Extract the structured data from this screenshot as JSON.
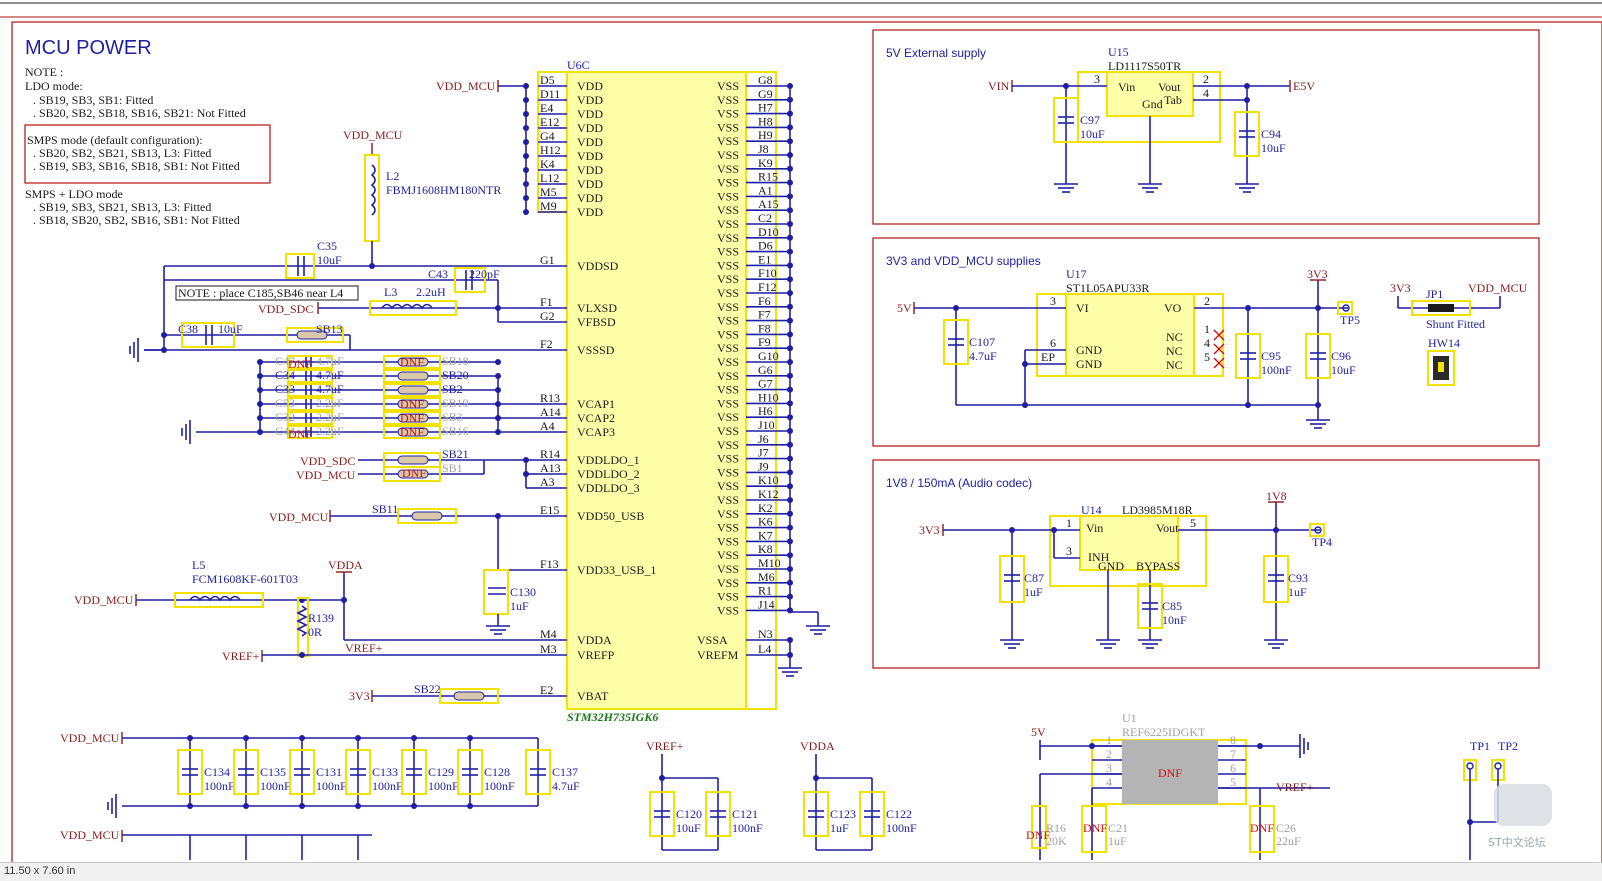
{
  "sheet": {
    "title": "MCU POWER",
    "notes": [
      "NOTE :",
      "LDO mode:",
      ". SB19, SB3, SB1: Fitted",
      ". SB20, SB2, SB18, SB16, SB21: Not Fitted"
    ],
    "smps_notes": [
      "SMPS mode (default configuration):",
      ". SB20, SB2, SB21, SB13, L3: Fitted",
      ". SB19, SB3, SB16, SB18, SB1: Not Fitted"
    ],
    "smps_ldo_notes": [
      "SMPS + LDO mode",
      ". SB19, SB3, SB21, SB13, L3: Fitted",
      ". SB18, SB20, SB2, SB16, SB1: Not Fitted"
    ],
    "place_note": "NOTE : place C185,SB46 near L4"
  },
  "mcu": {
    "ref": "U6C",
    "part": "STM32H735IGK6",
    "left_pins": [
      {
        "num": "D5",
        "name": "VDD"
      },
      {
        "num": "D11",
        "name": "VDD"
      },
      {
        "num": "E4",
        "name": "VDD"
      },
      {
        "num": "E12",
        "name": "VDD"
      },
      {
        "num": "G4",
        "name": "VDD"
      },
      {
        "num": "H12",
        "name": "VDD"
      },
      {
        "num": "K4",
        "name": "VDD"
      },
      {
        "num": "L12",
        "name": "VDD"
      },
      {
        "num": "M5",
        "name": "VDD"
      },
      {
        "num": "M9",
        "name": "VDD"
      },
      {
        "num": "G1",
        "name": "VDDSD"
      },
      {
        "num": "F1",
        "name": "VLXSD"
      },
      {
        "num": "G2",
        "name": "VFBSD"
      },
      {
        "num": "F2",
        "name": "VSSSD"
      },
      {
        "num": "R13",
        "name": "VCAP1"
      },
      {
        "num": "A14",
        "name": "VCAP2"
      },
      {
        "num": "A4",
        "name": "VCAP3"
      },
      {
        "num": "R14",
        "name": "VDDLDO_1"
      },
      {
        "num": "A13",
        "name": "VDDLDO_2"
      },
      {
        "num": "A3",
        "name": "VDDLDO_3"
      },
      {
        "num": "E15",
        "name": "VDD50_USB"
      },
      {
        "num": "F13",
        "name": "VDD33_USB_1"
      },
      {
        "num": "M4",
        "name": "VDDA"
      },
      {
        "num": "M3",
        "name": "VREFP"
      },
      {
        "num": "E2",
        "name": "VBAT"
      }
    ],
    "right_pins": [
      {
        "num": "G8",
        "name": "VSS"
      },
      {
        "num": "G9",
        "name": "VSS"
      },
      {
        "num": "H7",
        "name": "VSS"
      },
      {
        "num": "H8",
        "name": "VSS"
      },
      {
        "num": "H9",
        "name": "VSS"
      },
      {
        "num": "J8",
        "name": "VSS"
      },
      {
        "num": "K9",
        "name": "VSS"
      },
      {
        "num": "R15",
        "name": "VSS"
      },
      {
        "num": "A1",
        "name": "VSS"
      },
      {
        "num": "A15",
        "name": "VSS"
      },
      {
        "num": "C2",
        "name": "VSS"
      },
      {
        "num": "D10",
        "name": "VSS"
      },
      {
        "num": "D6",
        "name": "VSS"
      },
      {
        "num": "E1",
        "name": "VSS"
      },
      {
        "num": "F10",
        "name": "VSS"
      },
      {
        "num": "F12",
        "name": "VSS"
      },
      {
        "num": "F6",
        "name": "VSS"
      },
      {
        "num": "F7",
        "name": "VSS"
      },
      {
        "num": "F8",
        "name": "VSS"
      },
      {
        "num": "F9",
        "name": "VSS"
      },
      {
        "num": "G10",
        "name": "VSS"
      },
      {
        "num": "G6",
        "name": "VSS"
      },
      {
        "num": "G7",
        "name": "VSS"
      },
      {
        "num": "H10",
        "name": "VSS"
      },
      {
        "num": "H6",
        "name": "VSS"
      },
      {
        "num": "J10",
        "name": "VSS"
      },
      {
        "num": "J6",
        "name": "VSS"
      },
      {
        "num": "J7",
        "name": "VSS"
      },
      {
        "num": "J9",
        "name": "VSS"
      },
      {
        "num": "K10",
        "name": "VSS"
      },
      {
        "num": "K12",
        "name": "VSS"
      },
      {
        "num": "K2",
        "name": "VSS"
      },
      {
        "num": "K6",
        "name": "VSS"
      },
      {
        "num": "K7",
        "name": "VSS"
      },
      {
        "num": "K8",
        "name": "VSS"
      },
      {
        "num": "M10",
        "name": "VSS"
      },
      {
        "num": "M6",
        "name": "VSS"
      },
      {
        "num": "R1",
        "name": "VSS"
      },
      {
        "num": "J14",
        "name": "VSS"
      },
      {
        "num": "N3",
        "name": "VSSA"
      },
      {
        "num": "L4",
        "name": "VREFM"
      }
    ]
  },
  "nets": {
    "vdd_mcu": "VDD_MCU",
    "vdd_sdc": "VDD_SDC",
    "vdda": "VDDA",
    "vref": "VREF+",
    "v3v3": "3V3",
    "v5v": "5V",
    "vin": "VIN",
    "e5v": "E5V",
    "v1v8": "1V8"
  },
  "left_parts": {
    "l2": {
      "ref": "L2",
      "part": "FBMJ1608HM180NTR"
    },
    "c35": {
      "ref": "C35",
      "value": "10uF"
    },
    "c43": {
      "ref": "C43",
      "value": "220pF"
    },
    "l3": {
      "ref": "L3",
      "value": "2.2uH"
    },
    "c38": {
      "ref": "C38",
      "value": "10uF"
    },
    "sb13": "SB13",
    "dnf": "DNF",
    "cap_rows": [
      {
        "ref": "C47",
        "value": "4.7uF",
        "sb": "SB18"
      },
      {
        "ref": "C34",
        "value": "4.7uF",
        "sb": "SB20"
      },
      {
        "ref": "C33",
        "value": "4.7uF",
        "sb": "SB2"
      },
      {
        "ref": "C53",
        "value": "2.2uF",
        "sb": "SB19"
      },
      {
        "ref": "C32",
        "value": "2.2uF",
        "sb": "SB3"
      },
      {
        "ref": "C44",
        "value": "2.2uF",
        "sb": "SB16"
      }
    ],
    "sb21": "SB21",
    "sb1": "SB1",
    "sb11": "SB11",
    "sb22": "SB22",
    "c130": {
      "ref": "C130",
      "value": "1uF"
    },
    "l5": {
      "ref": "L5",
      "part": "FCM1608KF-601T03"
    },
    "r139": {
      "ref": "R139",
      "value": "0R"
    }
  },
  "decoupling": [
    {
      "ref": "C134",
      "value": "100nF"
    },
    {
      "ref": "C135",
      "value": "100nF"
    },
    {
      "ref": "C131",
      "value": "100nF"
    },
    {
      "ref": "C133",
      "value": "100nF"
    },
    {
      "ref": "C129",
      "value": "100nF"
    },
    {
      "ref": "C128",
      "value": "100nF"
    },
    {
      "ref": "C137",
      "value": "4.7uF"
    }
  ],
  "vref_caps": [
    {
      "ref": "C120",
      "value": "10uF"
    },
    {
      "ref": "C121",
      "value": "100nF"
    }
  ],
  "vdda_caps": [
    {
      "ref": "C123",
      "value": "1uF"
    },
    {
      "ref": "C122",
      "value": "100nF"
    }
  ],
  "box_5v": {
    "title": "5V External supply",
    "u15": {
      "ref": "U15",
      "part": "LD1117S50TR",
      "vin": "Vin",
      "vout": "Vout",
      "gnd": "Gnd",
      "tab": "Tab",
      "p3": "3",
      "p2": "2",
      "p4": "4"
    },
    "c97": {
      "ref": "C97",
      "value": "10uF"
    },
    "c94": {
      "ref": "C94",
      "value": "10uF"
    }
  },
  "box_3v3": {
    "title": "3V3 and VDD_MCU supplies",
    "u17": {
      "ref": "U17",
      "part": "ST1L05APU33R",
      "vi": "VI",
      "vo": "VO",
      "gnd": "GND",
      "ep": "EP",
      "nc": "NC",
      "p3": "3",
      "p2": "2",
      "p6": "6",
      "p1": "1",
      "p4": "4",
      "p5": "5"
    },
    "c107": {
      "ref": "C107",
      "value": "4.7uF"
    },
    "c95": {
      "ref": "C95",
      "value": "100nF"
    },
    "c96": {
      "ref": "C96",
      "value": "10uF"
    },
    "tp5": "TP5",
    "jp1": {
      "ref": "JP1",
      "label": "Shunt Fitted"
    },
    "hw14": "HW14"
  },
  "box_1v8": {
    "title": "1V8 / 150mA (Audio codec)",
    "u14": {
      "ref": "U14",
      "part": "LD3985M18R",
      "vin": "Vin",
      "vout": "Vout",
      "inh": "INH",
      "gnd": "GND",
      "bypass": "BYPASS",
      "p1": "1",
      "p3": "3",
      "p5": "5"
    },
    "c87": {
      "ref": "C87",
      "value": "1uF"
    },
    "c85": {
      "ref": "C85",
      "value": "10nF"
    },
    "c93": {
      "ref": "C93",
      "value": "1uF"
    },
    "tp4": "TP4"
  },
  "u1": {
    "ref": "U1",
    "part": "REF6225IDGKT",
    "body": "DNF",
    "pins_left": [
      "1",
      "2",
      "3",
      "4"
    ],
    "pins_right": [
      "8",
      "7",
      "6",
      "5"
    ],
    "r16": {
      "ref": "R16",
      "value": "20K"
    },
    "c21": {
      "ref": "C21",
      "value": "1uF"
    },
    "c26": {
      "ref": "C26",
      "value": "22uF"
    }
  },
  "test_points": [
    "TP1",
    "TP2"
  ],
  "status": "11.50 x 7.60 in",
  "watermark": "ST中文论坛",
  "colors": {
    "wire": "#1f1fa3",
    "net": "#8b1a1a",
    "component": "#f2e200",
    "body": "#ffffa8",
    "frame": "#b01010",
    "dnf": "#d01010"
  }
}
